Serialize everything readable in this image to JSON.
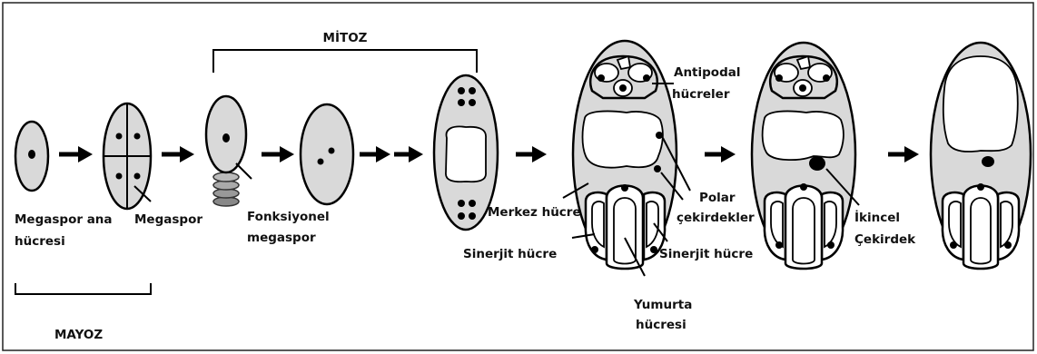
{
  "labels": {
    "mitoz": "MİTOZ",
    "mayoz": "MAYOZ",
    "megaspor_ana_1": "Megaspor ana",
    "megaspor_ana_2": "hücresi",
    "megaspor": "Megaspor",
    "fonksiyonel_1": "Fonksiyonel",
    "fonksiyonel_2": "megaspor",
    "antipodal_1": "Antipodal",
    "antipodal_2": "hücreler",
    "merkez": "Merkez hücre",
    "polar_1": "Polar",
    "polar_2": "çekirdekler",
    "sinerjit_left": "Sinerjit hücre",
    "sinerjit_right": "Sinerjit hücre",
    "yumurta_1": "Yumurta",
    "yumurta_2": "hücresi",
    "ikincel_1": "İkincel",
    "ikincel_2": "Çekirdek"
  },
  "colors": {
    "cell_fill": "#d9d9d9",
    "outline": "#000000"
  }
}
